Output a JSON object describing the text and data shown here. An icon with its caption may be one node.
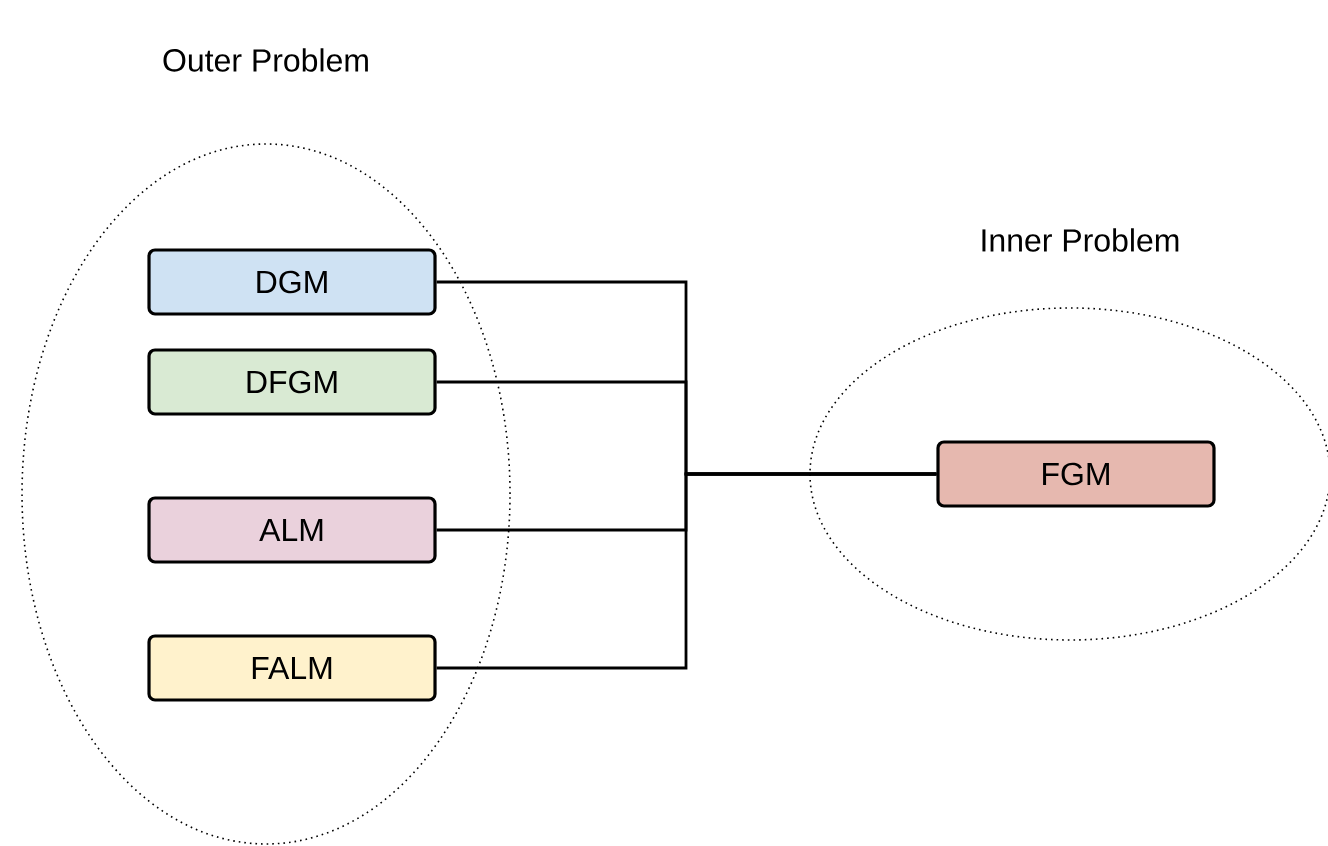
{
  "diagram": {
    "nodes": [
      {
        "text": [
          "Outer Problem"
        ]
      },
      {
        "text": [
          "DGM"
        ],
        "in": 0
      },
      {
        "text": [
          "DFGM"
        ],
        "in": 0
      },
      {
        "text": [
          "ALM"
        ],
        "in": 0
      },
      {
        "text": [
          "FALM"
        ],
        "in": 0
      },
      {
        "text": [
          "Inner Problem"
        ]
      },
      {
        "text": [
          "FGM"
        ],
        "in": 5
      }
    ],
    "edges": [
      {
        "from": 1,
        "to": 6,
        "arrow": "none"
      },
      {
        "from": 2,
        "to": 6,
        "arrow": "none"
      },
      {
        "from": 3,
        "to": 6,
        "arrow": "none"
      },
      {
        "from": 4,
        "to": 6,
        "arrow": "none"
      }
    ]
  }
}
